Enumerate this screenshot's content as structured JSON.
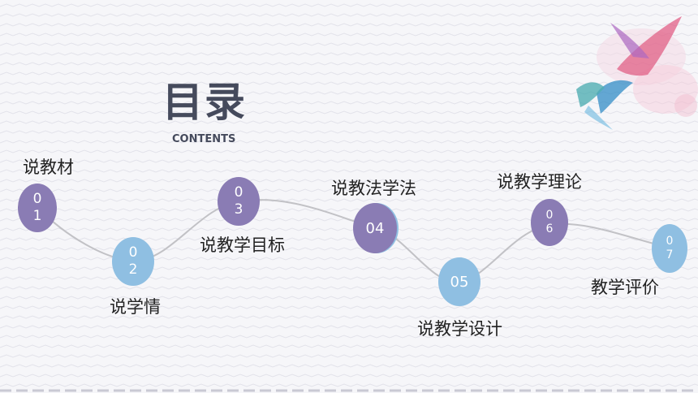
{
  "title": "目录",
  "subtitle": "CONTENTS",
  "items": [
    {
      "number": "0\n1",
      "label": "说教材"
    },
    {
      "number": "0\n2",
      "label": "说学情"
    },
    {
      "number": "0\n3",
      "label": "说教学目标"
    },
    {
      "number": "04",
      "label": "说教法学法"
    },
    {
      "number": "05",
      "label": "说教学设计"
    },
    {
      "number": "0\n6",
      "label": "说教学理论"
    },
    {
      "number": "0\n7",
      "label": "教学评价"
    }
  ],
  "colors": {
    "purple": "#8a7cb4",
    "blue": "#8fbfe2",
    "line": "#c2c2c6",
    "title": "#454a5c"
  }
}
